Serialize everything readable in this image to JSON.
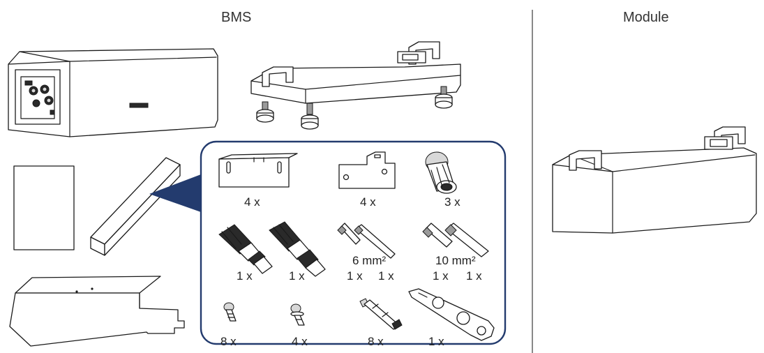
{
  "headers": {
    "bms": "BMS",
    "module": "Module"
  },
  "accessories": {
    "row1": [
      {
        "item": "wall-bracket",
        "qty": "4 x"
      },
      {
        "item": "mounting-plate",
        "qty": "4 x"
      },
      {
        "item": "cable-gland",
        "qty": "3 x"
      }
    ],
    "row2": {
      "connector_male_qty": "1 x",
      "connector_female_qty": "1 x",
      "crimp_6": {
        "size": "6 mm²",
        "qty_a": "1 x",
        "qty_b": "1 x"
      },
      "crimp_10": {
        "size": "10 mm²",
        "qty_a": "1 x",
        "qty_b": "1 x"
      }
    },
    "row3": [
      {
        "item": "screw-small",
        "qty": "8 x"
      },
      {
        "item": "screw-washer",
        "qty": "4 x"
      },
      {
        "item": "anchor-bolt",
        "qty": "8 x"
      },
      {
        "item": "unlock-tool",
        "qty": "1 x"
      }
    ]
  },
  "colors": {
    "panel_border": "#233b6e",
    "callout": "#233b6e",
    "divider": "#888888"
  },
  "icons": [
    "bms-unit",
    "base-with-feet",
    "document-sheet",
    "packing-box",
    "floor-plate",
    "battery-module"
  ]
}
